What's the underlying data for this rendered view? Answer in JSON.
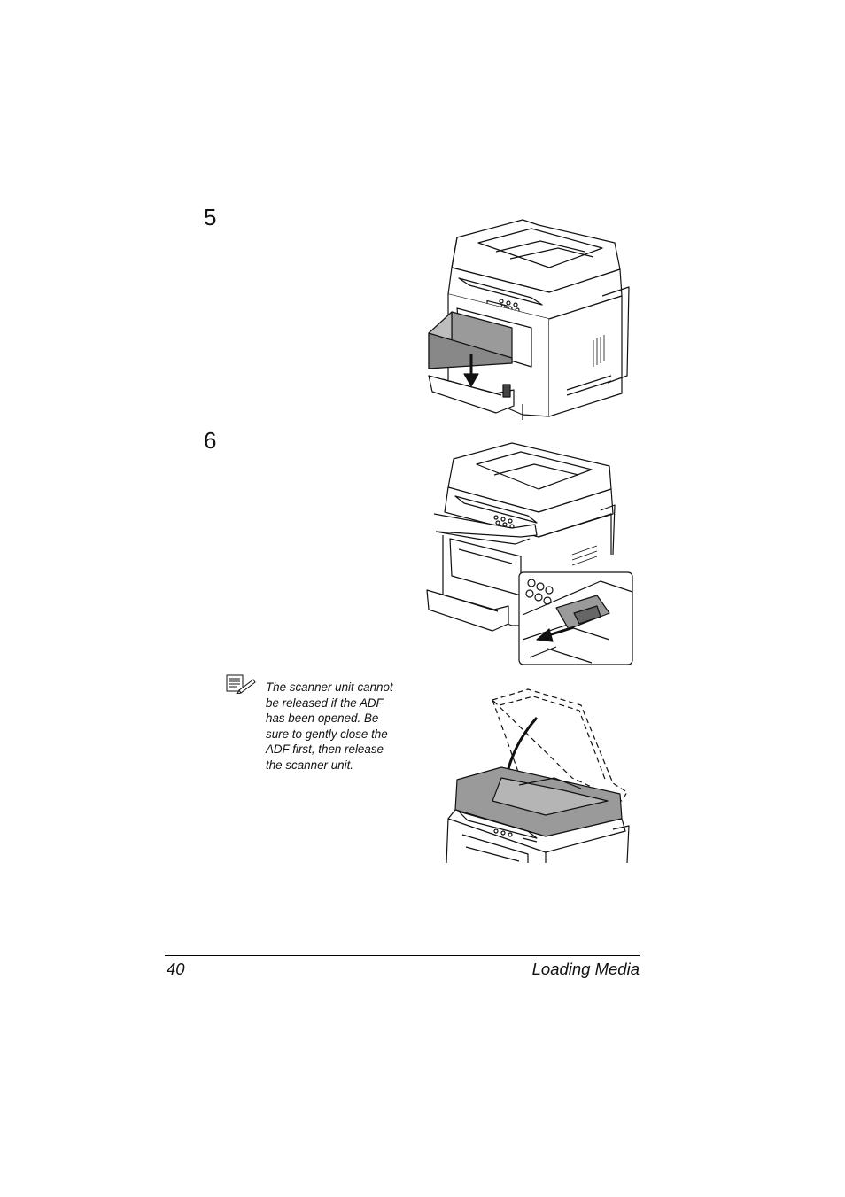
{
  "steps": [
    {
      "number": "5"
    },
    {
      "number": "6"
    }
  ],
  "note": {
    "icon": "note-pencil-icon",
    "lines": [
      "The scanner unit cannot",
      "be released if the ADF",
      "has been opened. Be",
      "sure to gently close the",
      "ADF first, then release",
      "the scanner unit."
    ]
  },
  "footer": {
    "page_number": "40",
    "section_title": "Loading Media"
  },
  "colors": {
    "ink": "#111111",
    "shade": "#9a9a9a",
    "paper": "#ffffff"
  }
}
